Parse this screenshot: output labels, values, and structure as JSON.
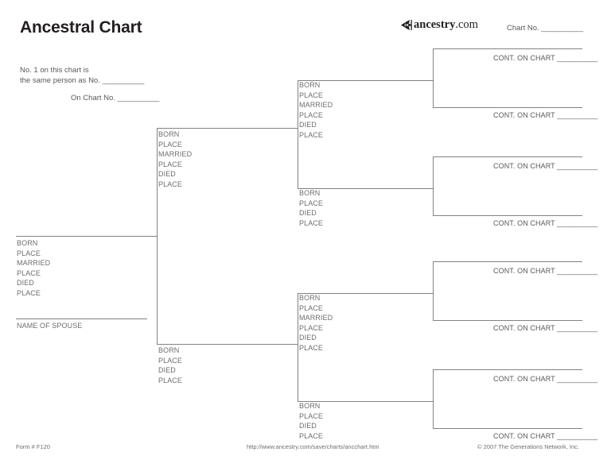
{
  "page": {
    "title": "Ancestral Chart"
  },
  "logo": {
    "mark": "ancestry-leaf-icon",
    "name": "ancestry",
    "tld": ".com"
  },
  "header": {
    "chart_no_label": "Chart No. __________",
    "note_line1": "No. 1 on this chart is",
    "note_line2": "the same person as No. __________",
    "note_line3": "On Chart No. __________"
  },
  "footer": {
    "form_number": "Form # F120",
    "url": "http://www.ancestry.com/save/charts/ancchart.htm",
    "copyright": "© 2007 The Generations Network, Inc."
  },
  "field_sets": {
    "full": "BORN\nPLACE\nMARRIED\nPLACE\nDIED\nPLACE",
    "short": "BORN\nPLACE\nDIED\nPLACE"
  },
  "labels": {
    "spouse": "NAME OF SPOUSE",
    "cont_on_chart": "CONT. ON CHART __________"
  },
  "colors": {
    "rule": "#808285",
    "text": "#58595b",
    "field_text": "#6d6e71",
    "title": "#231f20",
    "background": "#ffffff"
  },
  "persons": {
    "gen1": {
      "id": 1,
      "fields": "BORN\nPLACE\nMARRIED\nPLACE\nDIED\nPLACE",
      "spouse_label": "NAME OF SPOUSE"
    },
    "gen2": [
      {
        "id": 2,
        "role": "father",
        "fields": "BORN\nPLACE\nMARRIED\nPLACE\nDIED\nPLACE"
      },
      {
        "id": 3,
        "role": "mother",
        "fields": "BORN\nPLACE\nDIED\nPLACE"
      }
    ],
    "gen3": [
      {
        "id": 4,
        "role": "father",
        "fields": "BORN\nPLACE\nMARRIED\nPLACE\nDIED\nPLACE"
      },
      {
        "id": 5,
        "role": "mother",
        "fields": "BORN\nPLACE\nDIED\nPLACE"
      },
      {
        "id": 6,
        "role": "father",
        "fields": "BORN\nPLACE\nMARRIED\nPLACE\nDIED\nPLACE"
      },
      {
        "id": 7,
        "role": "mother",
        "fields": "BORN\nPLACE\nDIED\nPLACE"
      }
    ],
    "gen4": [
      {
        "id": 8,
        "cont": "CONT. ON CHART __________"
      },
      {
        "id": 9,
        "cont": "CONT. ON CHART __________"
      },
      {
        "id": 10,
        "cont": "CONT. ON CHART __________"
      },
      {
        "id": 11,
        "cont": "CONT. ON CHART __________"
      },
      {
        "id": 12,
        "cont": "CONT. ON CHART __________"
      },
      {
        "id": 13,
        "cont": "CONT. ON CHART __________"
      },
      {
        "id": 14,
        "cont": "CONT. ON CHART __________"
      },
      {
        "id": 15,
        "cont": "CONT. ON CHART __________"
      }
    ]
  }
}
